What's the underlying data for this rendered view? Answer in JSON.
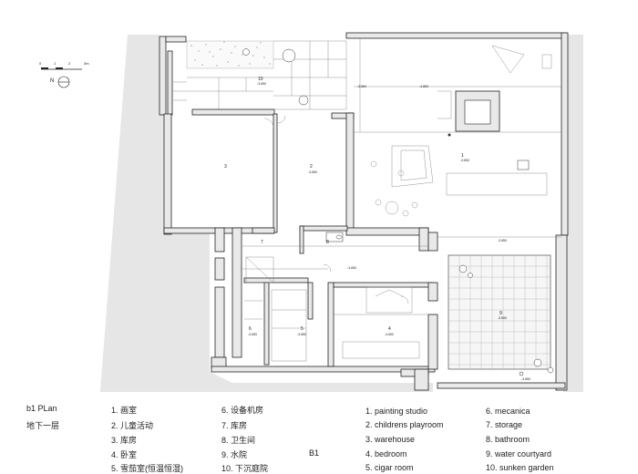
{
  "scale_bar": {
    "ticks": [
      "0",
      "1",
      "2",
      "3m"
    ]
  },
  "north_label": "N",
  "plan_title": "b1 PLan",
  "plan_subtitle_cn": "地下一层",
  "floor_label": "B1",
  "legend_cn_col1": [
    "1. 画室",
    "2. 儿童活动",
    "3. 库房",
    "4. 卧室",
    "5. 雪茄室(恒温恒湿)"
  ],
  "legend_cn_col2": [
    "6. 设备机房",
    "7. 库房",
    "8. 卫生间",
    "9. 水院",
    "10. 下沉庭院"
  ],
  "legend_en_col1": [
    "1. painting studio",
    "2. childrens playroom",
    "3. warehouse",
    "4. bedroom",
    "5. cigar room"
  ],
  "legend_en_col2": [
    "6. mecanica",
    "7. storage",
    "8. bathroom",
    "9. water courtyard",
    "10. sunken garden"
  ],
  "room_numbers": [
    "1",
    "2",
    "3",
    "4",
    "5",
    "6",
    "7",
    "8",
    "9",
    "10"
  ],
  "level_marks": [
    "-3.650",
    "-4.650",
    "-3.650",
    "-3.650",
    "-3.650",
    "-3.650",
    "-3.650",
    "-3.650",
    "-3.650",
    "-3.650",
    "-3.650",
    "-3.650"
  ]
}
